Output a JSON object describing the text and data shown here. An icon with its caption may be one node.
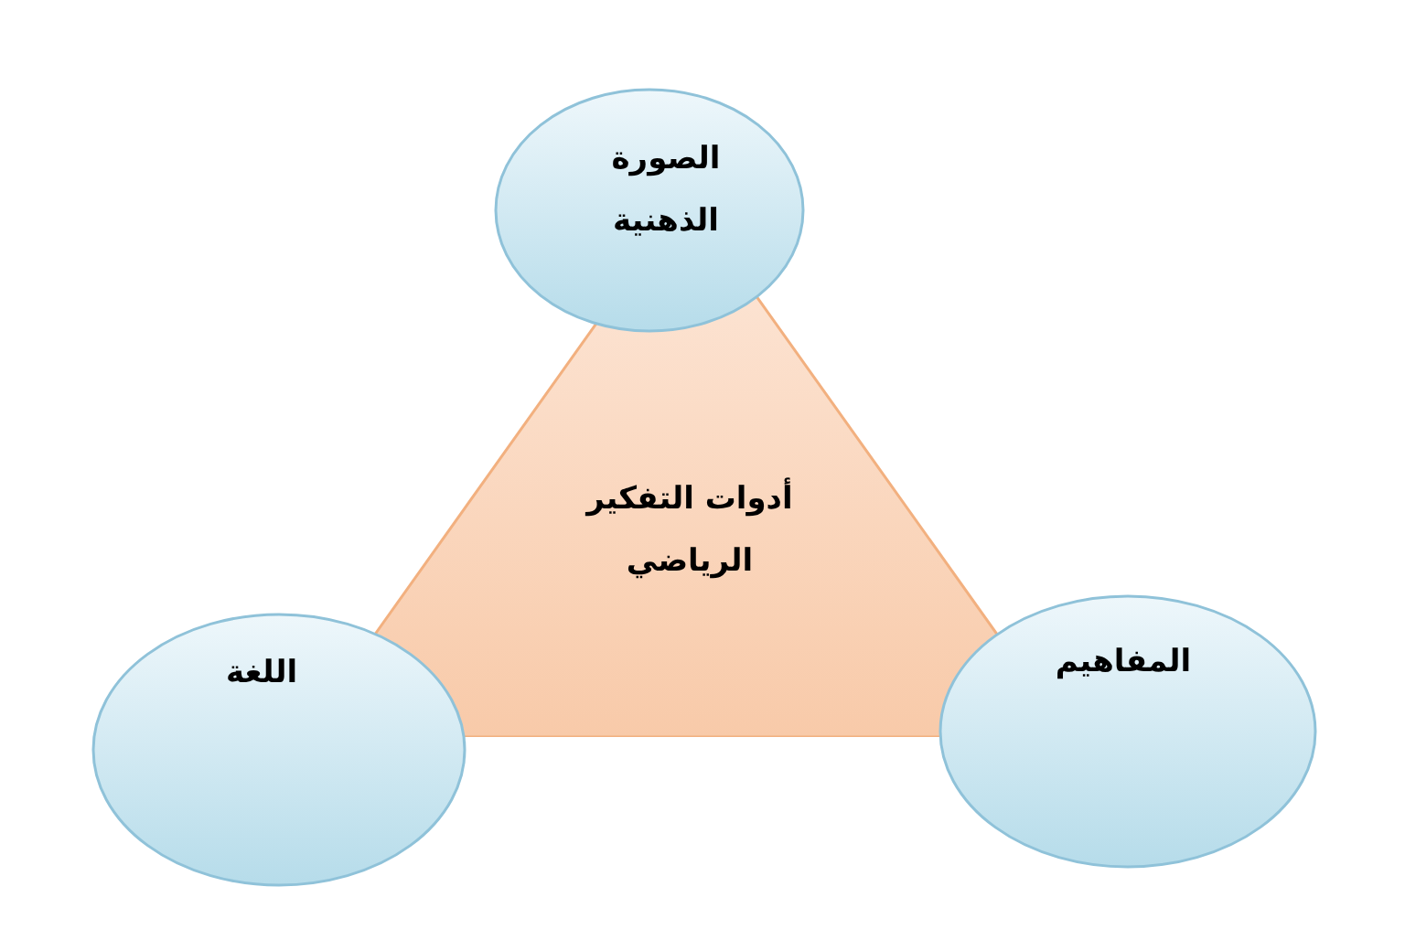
{
  "diagram": {
    "nodes": [
      {
        "text": [
          "الصورة الذهنية"
        ]
      },
      {
        "text": [
          "أدوات التفكير الرياضي"
        ]
      },
      {
        "text": [
          "المفاهيم"
        ]
      },
      {
        "text": [
          "اللغة"
        ]
      }
    ]
  }
}
